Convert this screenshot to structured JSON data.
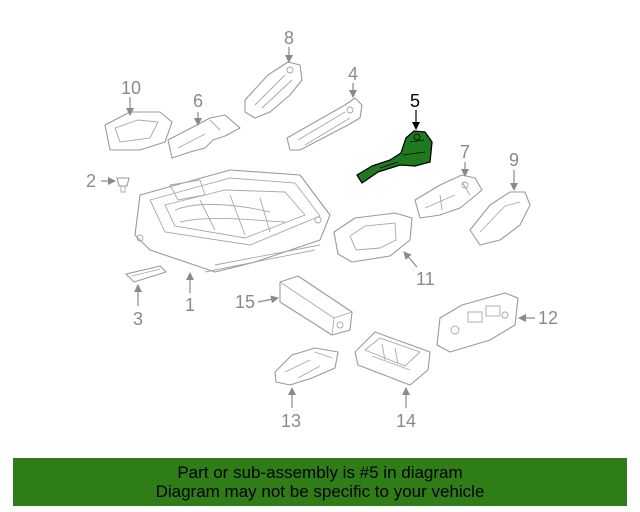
{
  "callouts": {
    "c1": "1",
    "c2": "2",
    "c3": "3",
    "c4": "4",
    "c5": "5",
    "c6": "6",
    "c7": "7",
    "c8": "8",
    "c9": "9",
    "c10": "10",
    "c11": "11",
    "c12": "12",
    "c13": "13",
    "c14": "14",
    "c15": "15"
  },
  "highlight": {
    "callout": "5",
    "color": "#1f7a1f"
  },
  "banner": {
    "line1": "Part or sub-assembly is #5 in diagram",
    "line2": "Diagram may not be specific to your vehicle",
    "background": "#2e7d16"
  }
}
